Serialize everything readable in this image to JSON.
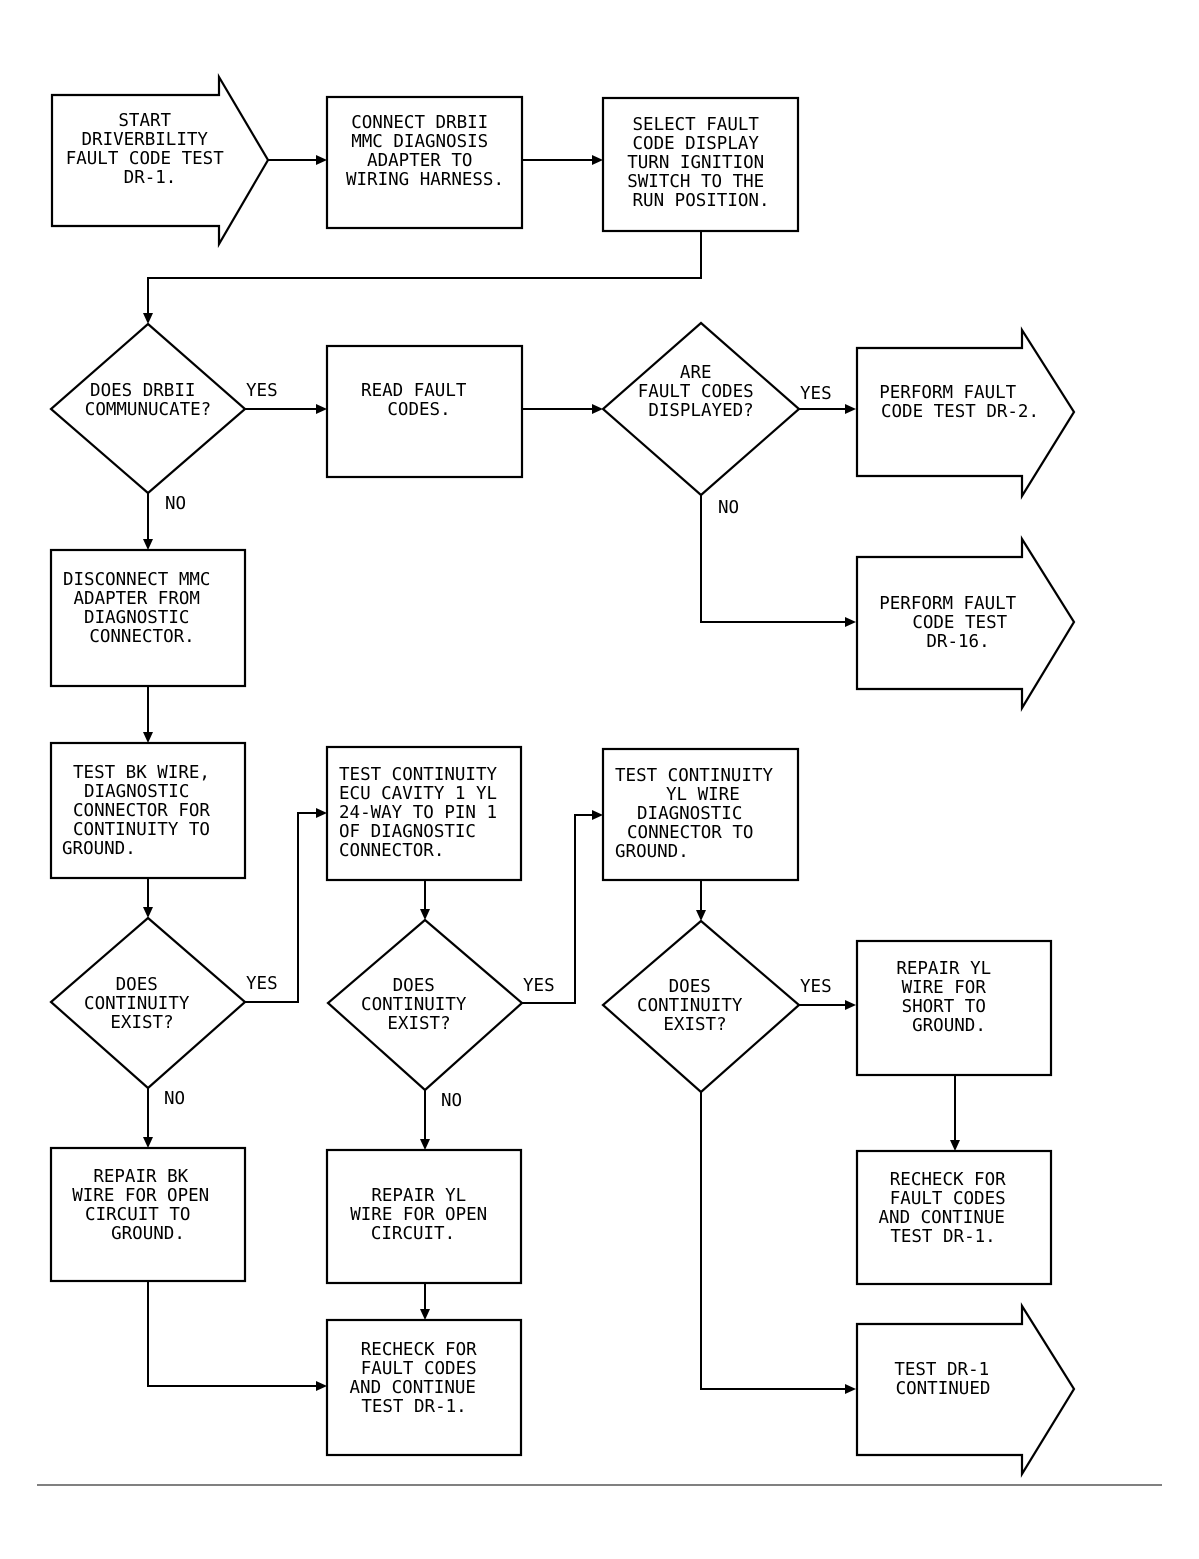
{
  "nodes": {
    "start": [
      "START",
      "DRIVERBILITY",
      "FAULT CODE TEST",
      "DR-1."
    ],
    "connect": [
      "CONNECT DRBII",
      "MMC DIAGNOSIS",
      "ADAPTER TO",
      "WIRING HARNESS."
    ],
    "select": [
      "SELECT FAULT",
      "CODE DISPLAY",
      "TURN IGNITION",
      "SWITCH TO THE",
      "RUN POSITION."
    ],
    "communicate": [
      "DOES DRBII",
      "COMMUNUCATE?"
    ],
    "read": [
      "READ FAULT",
      "CODES."
    ],
    "displayed": [
      "ARE",
      "FAULT CODES",
      "DISPLAYED?"
    ],
    "dr2": [
      "PERFORM FAULT",
      "CODE TEST DR-2."
    ],
    "dr16": [
      "PERFORM FAULT",
      "CODE TEST",
      "DR-16."
    ],
    "disconnect": [
      "DISCONNECT MMC",
      "ADAPTER FROM",
      "DIAGNOSTIC",
      "CONNECTOR."
    ],
    "testbk": [
      "TEST BK WIRE,",
      "DIAGNOSTIC",
      "CONNECTOR FOR",
      "CONTINUITY TO",
      "GROUND."
    ],
    "testecu": [
      "TEST CONTINUITY",
      "ECU CAVITY 1 YL",
      "24-WAY TO PIN 1",
      "OF DIAGNOSTIC",
      "CONNECTOR."
    ],
    "testyl": [
      "TEST CONTINUITY",
      "YL WIRE",
      "DIAGNOSTIC",
      "CONNECTOR TO",
      "GROUND."
    ],
    "cont1": [
      "DOES",
      "CONTINUITY",
      "EXIST?"
    ],
    "cont2": [
      "DOES",
      "CONTINUITY",
      "EXIST?"
    ],
    "cont3": [
      "DOES",
      "CONTINUITY",
      "EXIST?"
    ],
    "repairyl_short": [
      "REPAIR YL",
      "WIRE FOR",
      "SHORT TO",
      "GROUND."
    ],
    "recheck_right": [
      "RECHECK FOR",
      "FAULT CODES",
      "AND CONTINUE",
      "TEST DR-1."
    ],
    "repairbk": [
      "REPAIR BK",
      "WIRE FOR OPEN",
      "CIRCUIT TO",
      "GROUND."
    ],
    "repairyl_open": [
      "REPAIR YL",
      "WIRE FOR OPEN",
      "CIRCUIT."
    ],
    "recheck_mid": [
      "RECHECK FOR",
      "FAULT CODES",
      "AND CONTINUE",
      "TEST DR-1."
    ],
    "continued": [
      "TEST DR-1",
      "CONTINUED"
    ]
  },
  "labels": {
    "yes_communicate": "YES",
    "no_communicate": "NO",
    "yes_displayed": "YES",
    "no_displayed": "NO",
    "yes_cont1": "YES",
    "no_cont1": "NO",
    "yes_cont2": "YES",
    "no_cont2": "NO",
    "yes_cont3": "YES"
  }
}
